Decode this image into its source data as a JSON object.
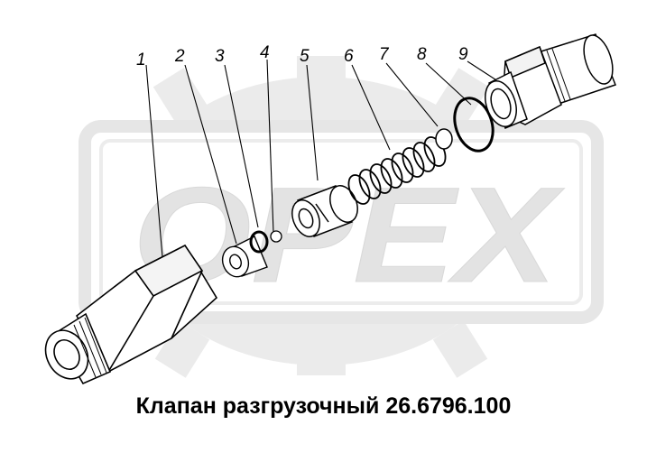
{
  "watermark": {
    "text": "OPEX",
    "color": "#e6e6e6"
  },
  "callouts": [
    {
      "label": "1",
      "part": "housing"
    },
    {
      "label": "2",
      "part": "seat"
    },
    {
      "label": "3",
      "part": "washer"
    },
    {
      "label": "4",
      "part": "ball"
    },
    {
      "label": "5",
      "part": "guide"
    },
    {
      "label": "6",
      "part": "spring"
    },
    {
      "label": "7",
      "part": "spring-washer"
    },
    {
      "label": "8",
      "part": "o-ring"
    },
    {
      "label": "9",
      "part": "fitting"
    }
  ],
  "caption": "Клапан разгрузочный 26.6796.100"
}
